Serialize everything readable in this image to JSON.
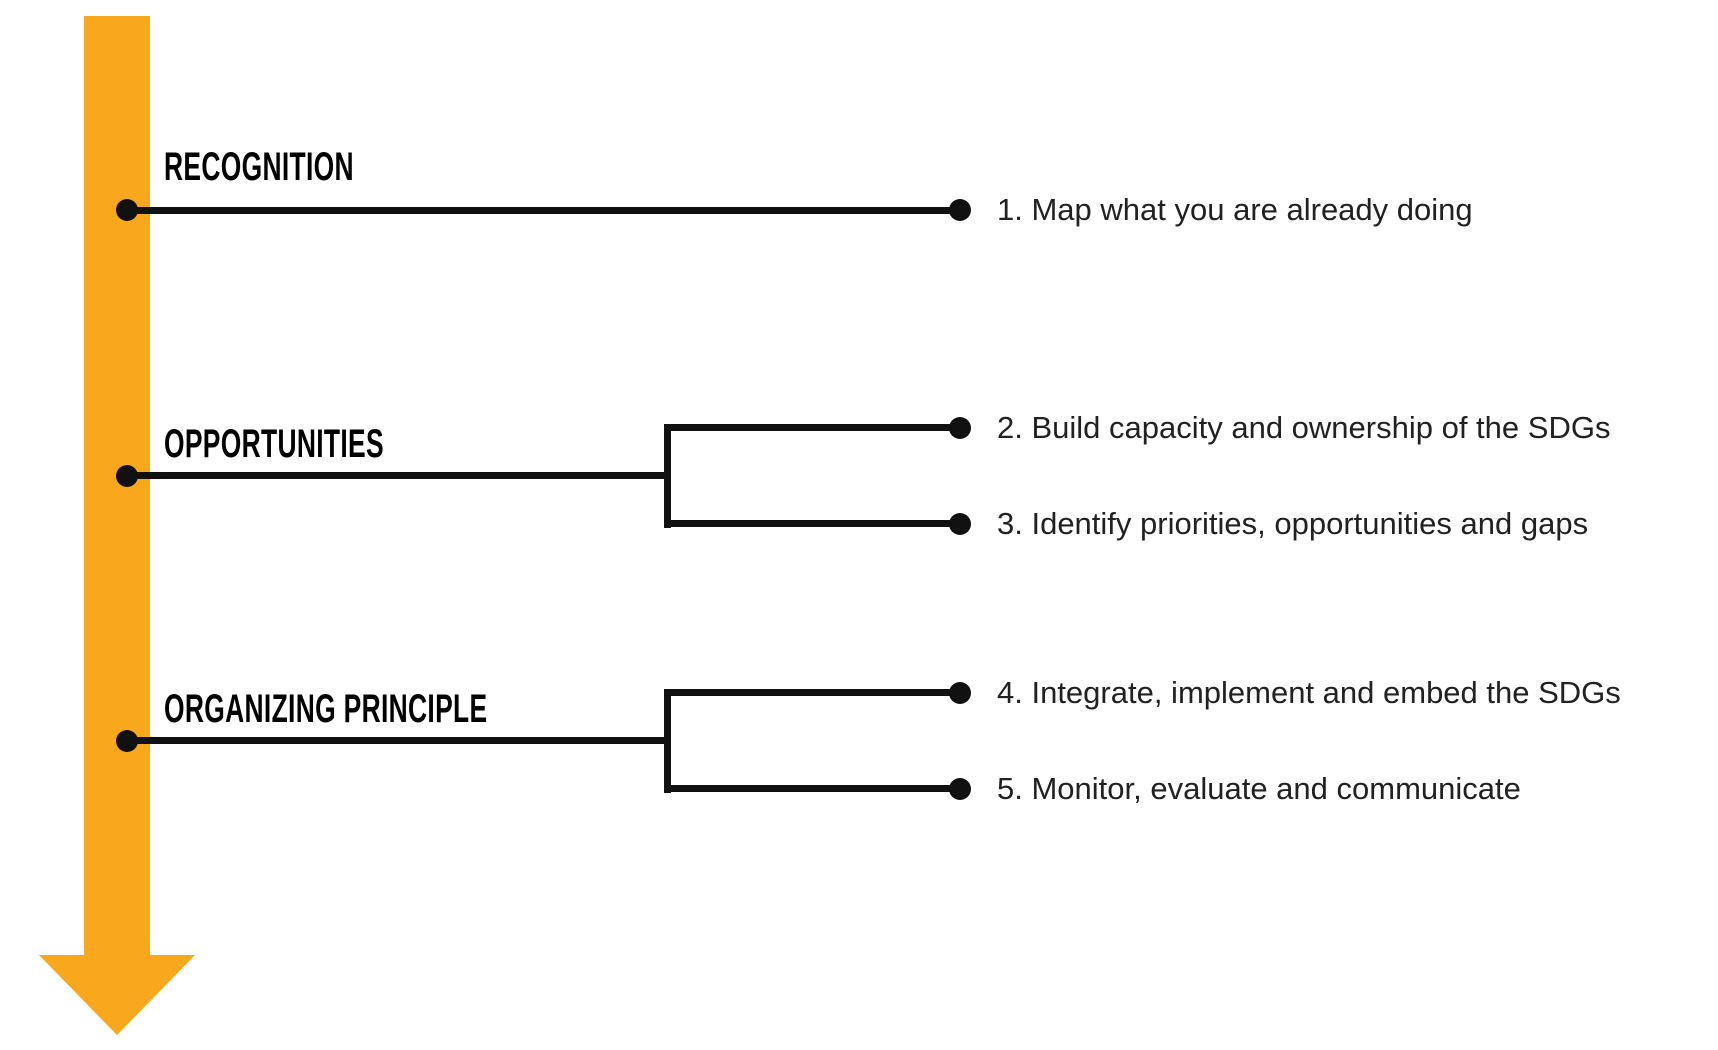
{
  "colors": {
    "arrow": "#F9A71D",
    "line": "#111111",
    "text": "#212121",
    "label": "#000000"
  },
  "timeline": {
    "groups": [
      {
        "label": "RECOGNITION",
        "steps": [
          "1. Map what you are already doing"
        ]
      },
      {
        "label": "OPPORTUNITIES",
        "steps": [
          "2. Build capacity and ownership of the SDGs",
          "3. Identify priorities, opportunities and gaps"
        ]
      },
      {
        "label": "ORGANIZING PRINCIPLE",
        "steps": [
          "4. Integrate, implement and embed the SDGs",
          "5. Monitor, evaluate and communicate"
        ]
      }
    ]
  }
}
